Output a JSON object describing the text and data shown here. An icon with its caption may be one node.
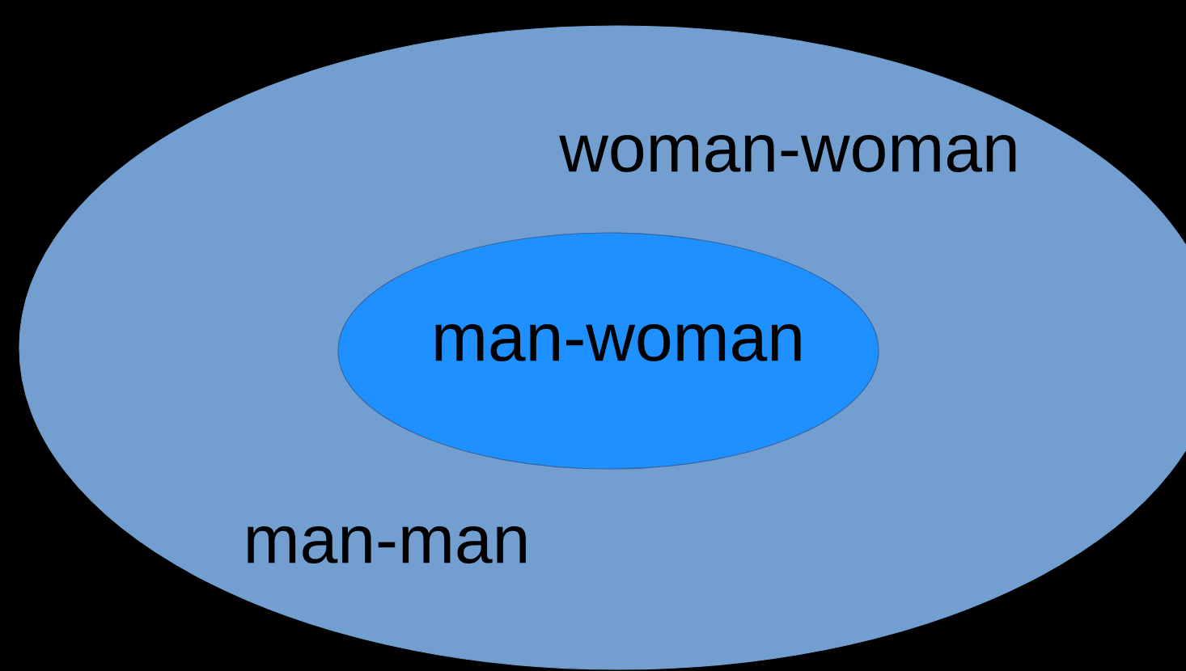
{
  "diagram": {
    "nodes": [
      {
        "text": [
          "woman-woman",
          "man-man"
        ]
      },
      {
        "text": [
          "man-woman"
        ],
        "in": 0
      }
    ]
  }
}
